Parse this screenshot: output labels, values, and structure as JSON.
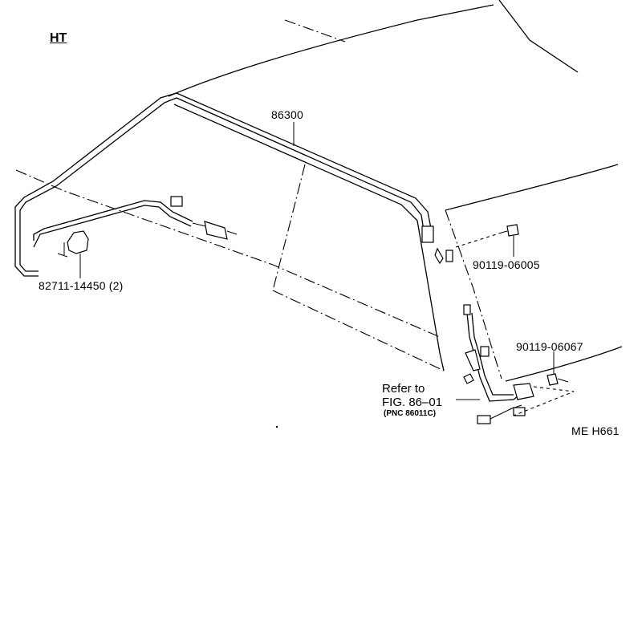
{
  "variant_label": "HT",
  "labels": {
    "antenna_cable": "86300",
    "clamp": "82711-14450 (2)",
    "screw_upper": "90119-06005",
    "screw_lower": "90119-06067",
    "refer_line1": "Refer to",
    "refer_line2": "FIG. 86–01",
    "refer_line3": "(PNC 86011C)",
    "drawing_code": "ME H661"
  }
}
